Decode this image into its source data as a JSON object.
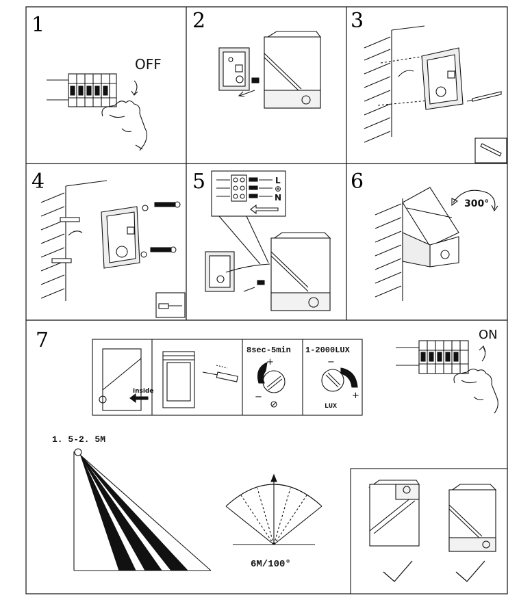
{
  "steps": [
    "1",
    "2",
    "3",
    "4",
    "5",
    "6",
    "7"
  ],
  "panel1": {
    "switch_state": "OFF"
  },
  "panel5": {
    "terminal_labels": [
      "L",
      "⊕",
      "N"
    ]
  },
  "panel6": {
    "rotation": "300°"
  },
  "panel7": {
    "switch_state": "ON",
    "inside_label": "inside",
    "time_range": "8sec-5min",
    "lux_range": "1-2000LUX",
    "lux_label": "LUX",
    "plus": "+",
    "minus": "−",
    "height_range": "1. 5-2. 5M",
    "detection": "6M/100°"
  },
  "colors": {
    "line": "#111111",
    "fill": "#e6e6e6",
    "dark": "#111111"
  }
}
